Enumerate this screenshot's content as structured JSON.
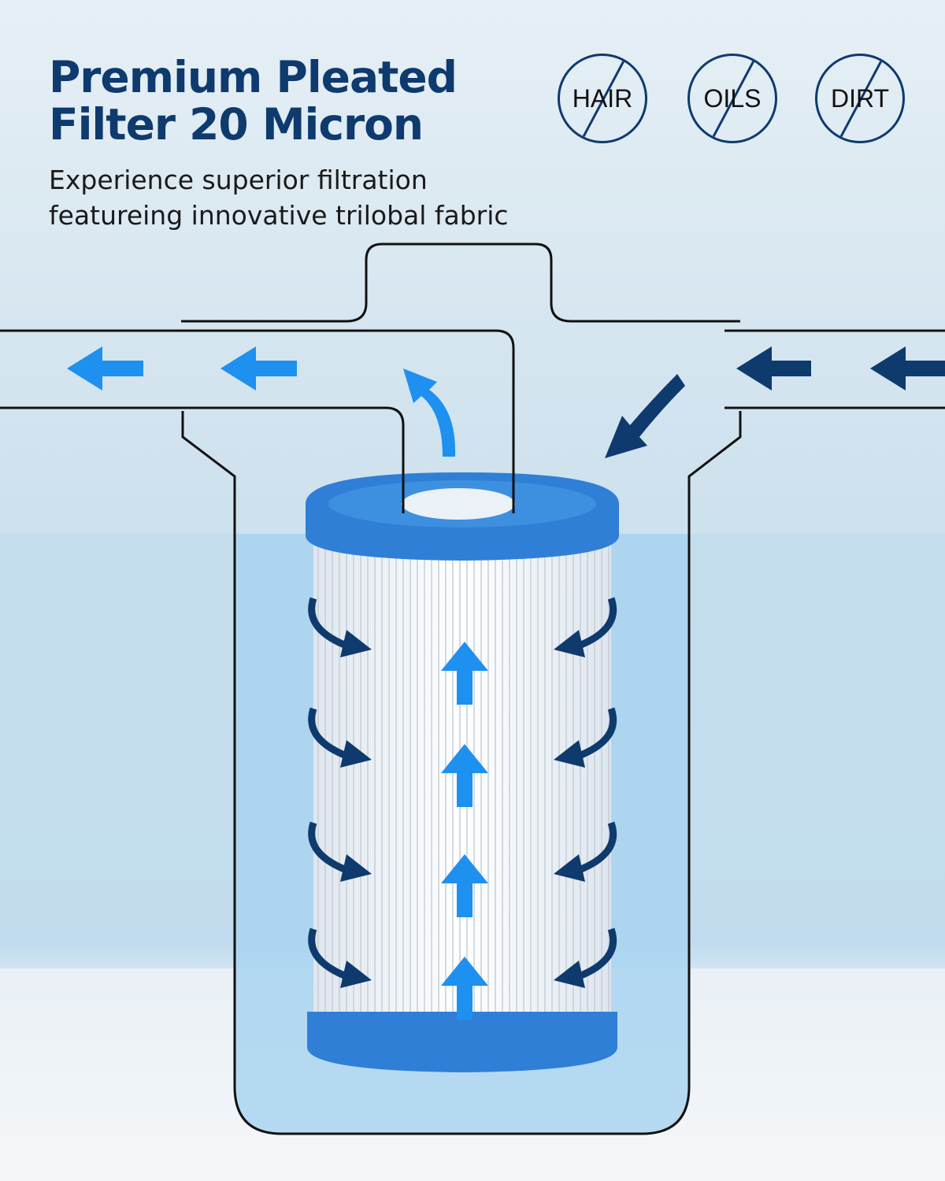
{
  "header": {
    "title_line1": "Premium Pleated",
    "title_line2": "Filter 20 Micron",
    "subtitle_line1": "Experience superior filtration",
    "subtitle_line2": "featureing innovative trilobal fabric"
  },
  "badges": [
    {
      "label": "HAIR",
      "icon": "no-symbol-icon"
    },
    {
      "label": "OILS",
      "icon": "no-symbol-icon"
    },
    {
      "label": "DIRT",
      "icon": "no-symbol-icon"
    }
  ],
  "colors": {
    "title": "#0e3a6e",
    "inflow_arrow": "#0e3a6e",
    "outflow_arrow": "#1e90f0",
    "filter_cap": "#2f7fd6",
    "water": "#a9d3f0"
  }
}
